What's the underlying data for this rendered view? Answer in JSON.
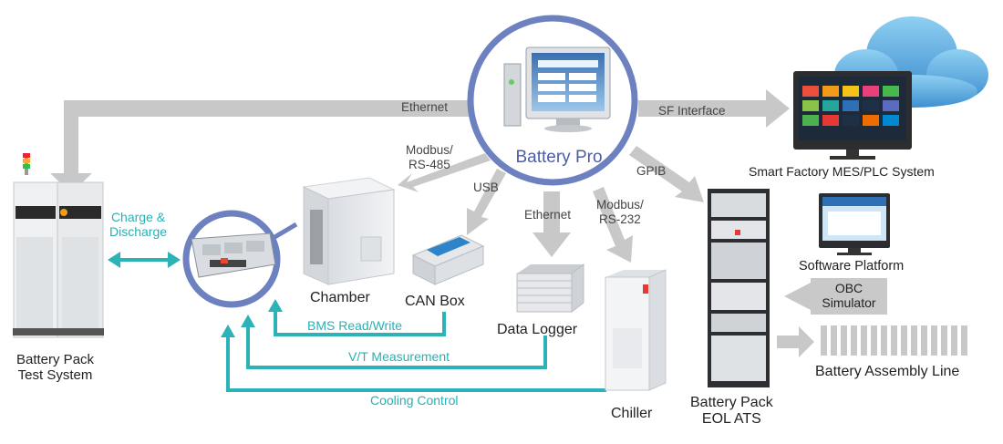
{
  "hub": {
    "title": "Battery Pro"
  },
  "links": {
    "ethernet_top": "Ethernet",
    "sf_interface": "SF Interface",
    "modbus_rs485": "Modbus/\nRS-485",
    "usb": "USB",
    "ethernet_mid": "Ethernet",
    "modbus_rs232": "Modbus/\nRS-232",
    "gpib": "GPIB",
    "charge_discharge": "Charge &\nDischarge",
    "bms_read_write": "BMS Read/Write",
    "vt_measurement": "V/T Measurement",
    "cooling_control": "Cooling Control"
  },
  "devices": {
    "test_system": "Battery Pack\nTest System",
    "chamber": "Chamber",
    "can_box": "CAN Box",
    "data_logger": "Data Logger",
    "chiller": "Chiller",
    "eol_ats": "Battery Pack\nEOL ATS",
    "mes_plc": "Smart Factory MES/PLC System",
    "software_platform": "Software Platform",
    "obc_simulator": "OBC\nSimulator",
    "assembly_line": "Battery Assembly Line"
  },
  "colors": {
    "hub_ring": "#6d80c0",
    "teal": "#2bb3b8",
    "grey_arrow": "#c8c8c8",
    "cloud": "#5aa9dc"
  }
}
